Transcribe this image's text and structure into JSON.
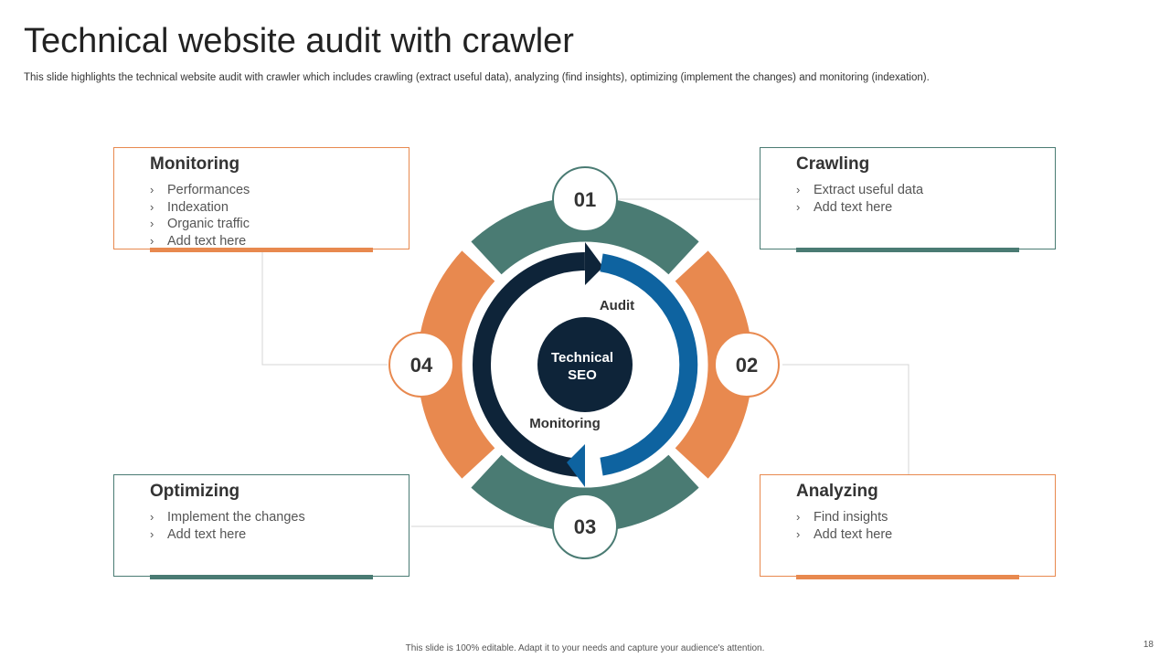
{
  "title": "Technical website audit with crawler",
  "subtitle": "This slide highlights the technical website audit with crawler which includes crawling (extract useful data), analyzing (find insights), optimizing (implement the changes) and monitoring (indexation).",
  "center": {
    "line1": "Technical",
    "line2": "SEO"
  },
  "cycle_labels": {
    "top": "Audit",
    "bottom": "Monitoring"
  },
  "steps": [
    {
      "number": "01",
      "title": "Crawling",
      "items": [
        "Extract useful data",
        "Add text here"
      ]
    },
    {
      "number": "02",
      "title": "Analyzing",
      "items": [
        "Find insights",
        "Add text here"
      ]
    },
    {
      "number": "03",
      "title": "Optimizing",
      "items": [
        "Implement the changes",
        "Add text here"
      ]
    },
    {
      "number": "04",
      "title": "Monitoring",
      "items": [
        "Performances",
        "Indexation",
        "Organic traffic",
        "Add text here"
      ]
    }
  ],
  "footer": "This slide is 100% editable. Adapt it to your needs and capture your audience's attention.",
  "page_number": "18",
  "colors": {
    "teal": "#4A7B73",
    "orange": "#E8894F",
    "navy": "#0E2439",
    "blue": "#0E63A0"
  },
  "icons": {
    "bullet": "chevron-right-icon",
    "arrow": "arrow-head-icon"
  }
}
